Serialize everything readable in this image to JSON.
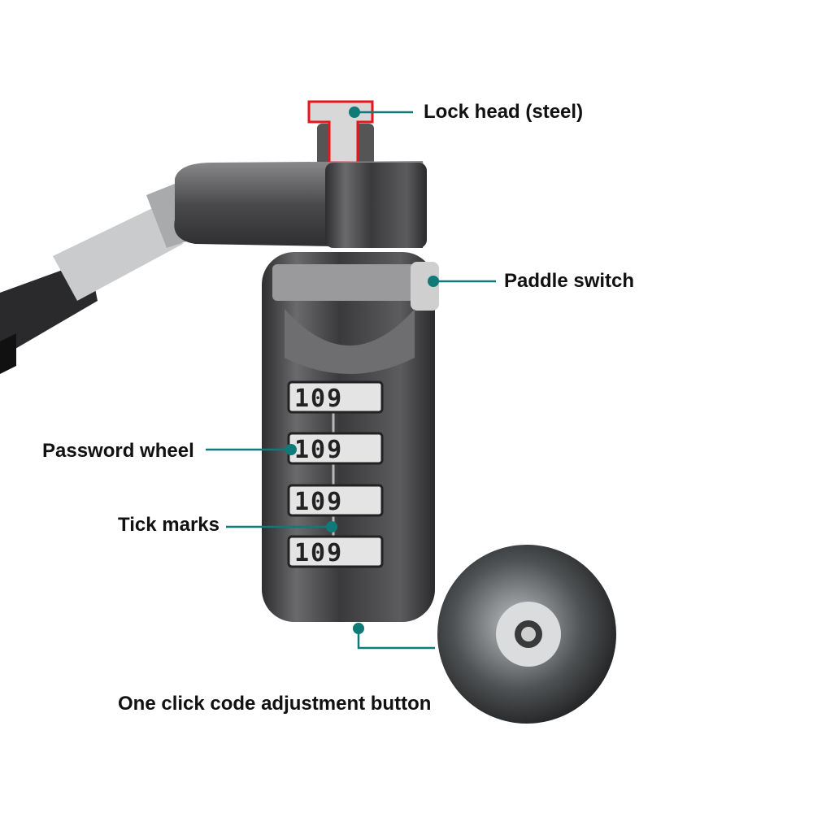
{
  "callouts": {
    "lock_head": "Lock head (steel)",
    "paddle_switch": "Paddle switch",
    "password_wheel": "Password wheel",
    "tick_marks": "Tick marks",
    "adjust_button": "One click code adjustment button"
  },
  "wheels": [
    "109",
    "109",
    "109",
    "109"
  ],
  "colors": {
    "callout": "#0f7a78",
    "highlight": "#e8151b",
    "body": "#4a4a4c"
  }
}
